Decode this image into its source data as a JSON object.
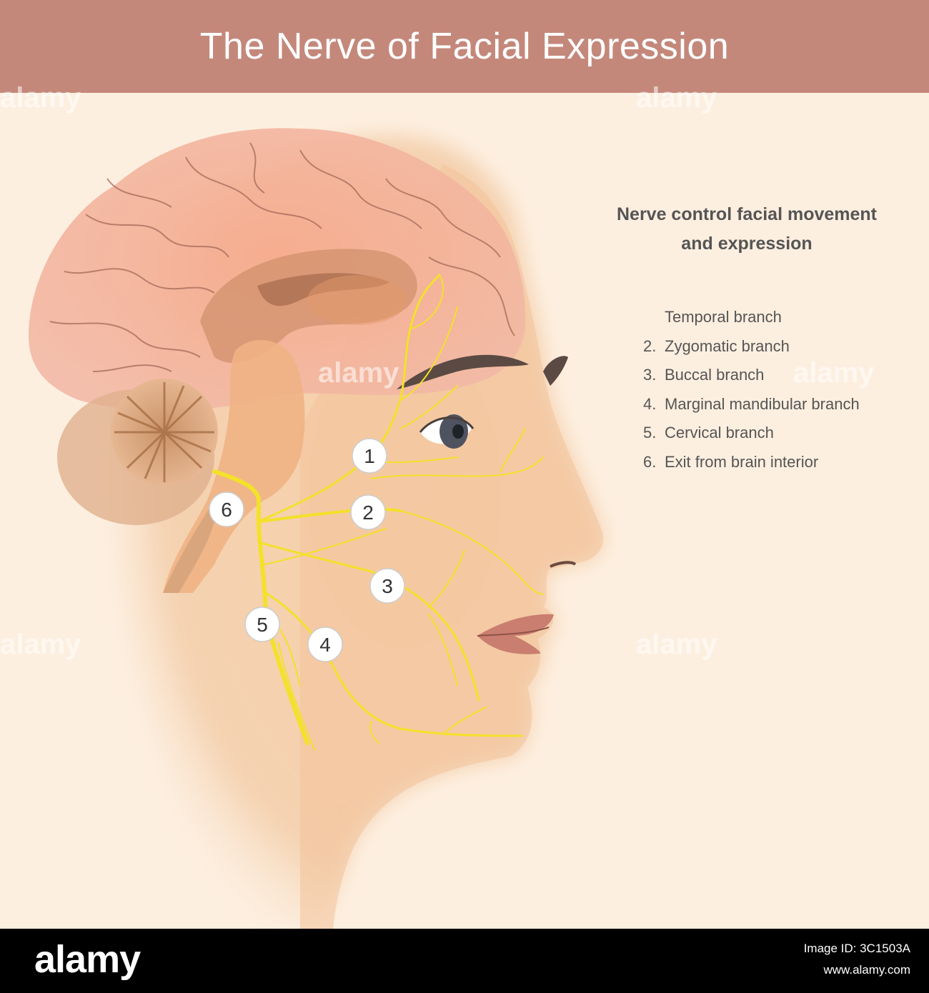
{
  "title": "The Nerve of Facial Expression",
  "subtitle": [
    "Nerve control facial movement",
    "and expression"
  ],
  "legend": [
    {
      "num": "",
      "label": "Temporal branch"
    },
    {
      "num": "2.",
      "label": "Zygomatic branch"
    },
    {
      "num": "3.",
      "label": "Buccal branch"
    },
    {
      "num": "4.",
      "label": "Marginal mandibular branch"
    },
    {
      "num": "5.",
      "label": "Cervical branch"
    },
    {
      "num": "6.",
      "label": "Exit from brain interior"
    }
  ],
  "markers": [
    "1",
    "2",
    "3",
    "4",
    "5",
    "6"
  ],
  "footer": {
    "brand": "alamy",
    "image_id": "Image ID: 3C1503A",
    "site": "www.alamy.com"
  },
  "watermark": "alamy",
  "colors": {
    "background": "#fdefe0",
    "title_bar": "#c4887b",
    "nerve": "#f3e12a",
    "brain": "#f0a591",
    "skin": "#f3c8a0",
    "footer": "#000000"
  }
}
